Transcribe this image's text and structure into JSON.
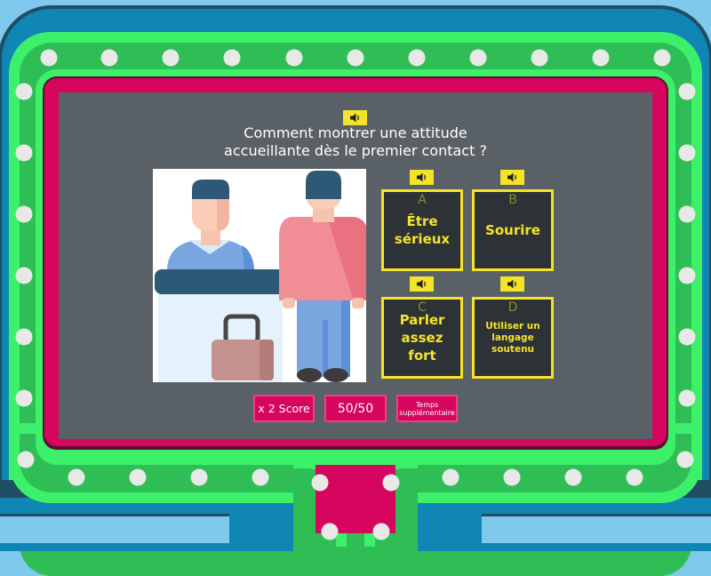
{
  "question": {
    "text_line1": "Comment montrer une attitude",
    "text_line2": "accueillante dès le premier contact ?",
    "speaker_icon": "speaker-icon"
  },
  "image": {
    "description": "Receptionist behind a counter greeting a visitor with a suitcase"
  },
  "answers": [
    {
      "letter": "A",
      "text": "Être sérieux",
      "size": "big"
    },
    {
      "letter": "B",
      "text": "Sourire",
      "size": "big"
    },
    {
      "letter": "C",
      "text": "Parler assez fort",
      "size": "big"
    },
    {
      "letter": "D",
      "text": "Utiliser un langage soutenu",
      "size": "small"
    }
  ],
  "powerups": [
    {
      "label": "x 2 Score"
    },
    {
      "label": "50/50"
    },
    {
      "label": "Temps supplémentaire"
    }
  ],
  "colors": {
    "accent_yellow": "#f5e32a",
    "magenta": "#d6065e",
    "green": "#3cf06a",
    "board": "#5a6166"
  }
}
